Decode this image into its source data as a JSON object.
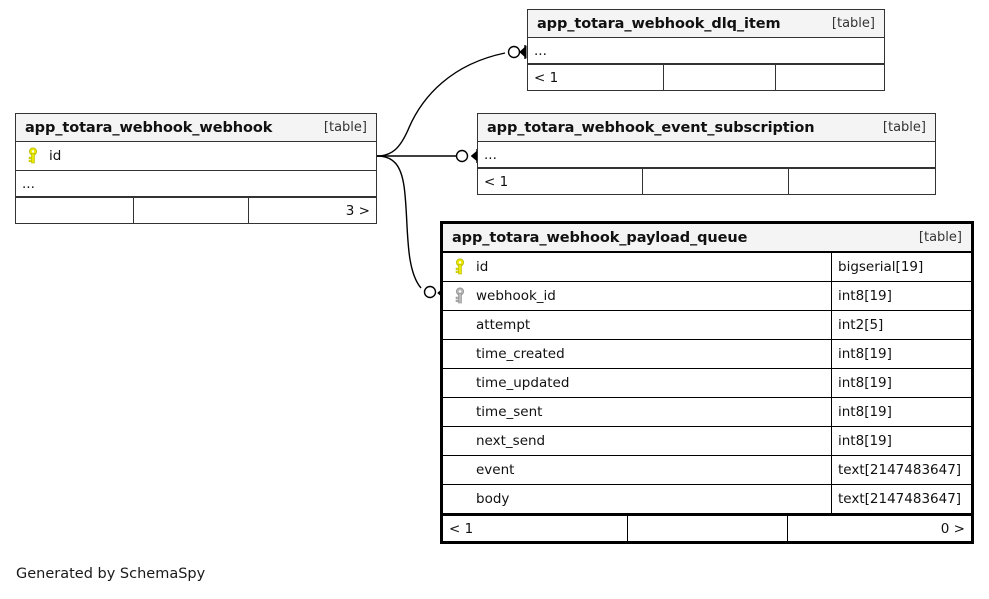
{
  "diagram": {
    "generator_caption": "Generated by SchemaSpy",
    "kind_label": "[table]",
    "ellipsis": "...",
    "colors": {
      "primary_key_icon": "#e8e800",
      "foreign_key_icon": "#b0b0b0",
      "table_header_bg": "#f4f4f4",
      "border": "#333333",
      "focus_border": "#000000",
      "edge_line": "#000000"
    }
  },
  "tables": [
    {
      "id": "webhook",
      "name": "app_totara_webhook_webhook",
      "kind": "[table]",
      "focus": false,
      "columns": [
        {
          "name": "id",
          "type": "",
          "key": "primary"
        }
      ],
      "has_ellipsis_row": true,
      "footer": {
        "left": "",
        "middle": "",
        "right": "3 >"
      }
    },
    {
      "id": "dlq_item",
      "name": "app_totara_webhook_dlq_item",
      "kind": "[table]",
      "focus": false,
      "columns": [],
      "has_ellipsis_row": true,
      "footer": {
        "left": "< 1",
        "middle": "",
        "right": ""
      }
    },
    {
      "id": "event_subscription",
      "name": "app_totara_webhook_event_subscription",
      "kind": "[table]",
      "focus": false,
      "columns": [],
      "has_ellipsis_row": true,
      "footer": {
        "left": "< 1",
        "middle": "",
        "right": ""
      }
    },
    {
      "id": "payload_queue",
      "name": "app_totara_webhook_payload_queue",
      "kind": "[table]",
      "focus": true,
      "columns": [
        {
          "name": "id",
          "type": "bigserial[19]",
          "key": "primary"
        },
        {
          "name": "webhook_id",
          "type": "int8[19]",
          "key": "foreign"
        },
        {
          "name": "attempt",
          "type": "int2[5]",
          "key": "none"
        },
        {
          "name": "time_created",
          "type": "int8[19]",
          "key": "none"
        },
        {
          "name": "time_updated",
          "type": "int8[19]",
          "key": "none"
        },
        {
          "name": "time_sent",
          "type": "int8[19]",
          "key": "none"
        },
        {
          "name": "next_send",
          "type": "int8[19]",
          "key": "none"
        },
        {
          "name": "event",
          "type": "text[2147483647]",
          "key": "none"
        },
        {
          "name": "body",
          "type": "text[2147483647]",
          "key": "none"
        }
      ],
      "has_ellipsis_row": false,
      "footer": {
        "left": "< 1",
        "middle": "",
        "right": "0 >"
      }
    }
  ],
  "relationships": [
    {
      "id": "rel-webhook-dlq_item",
      "from": "app_totara_webhook_webhook.id",
      "to": "app_totara_webhook_dlq_item",
      "cardinality": "one-to-many-optional"
    },
    {
      "id": "rel-webhook-event_subscription",
      "from": "app_totara_webhook_webhook.id",
      "to": "app_totara_webhook_event_subscription",
      "cardinality": "one-to-many-optional"
    },
    {
      "id": "rel-webhook-payload_queue",
      "from": "app_totara_webhook_webhook.id",
      "to": "app_totara_webhook_payload_queue.webhook_id",
      "cardinality": "one-to-many-optional"
    }
  ]
}
